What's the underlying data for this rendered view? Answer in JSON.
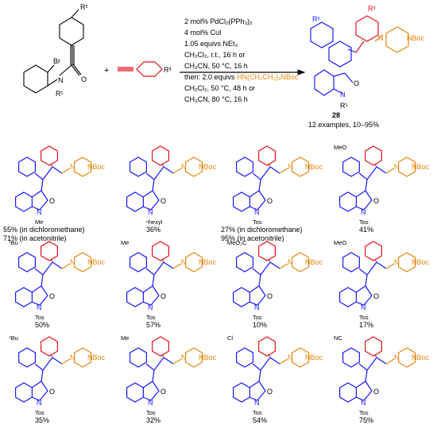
{
  "reaction": {
    "conditions": [
      "2 mol% PdCl₂(PPh₃)₂",
      "4 mol% CuI",
      "1.05 equivs NEt₃",
      "CH₂Cl₂, r.t., 16 h or",
      "CH₃CN, 50 °C, 16 h"
    ],
    "then_prefix": "then: 2.0 equivs ",
    "then_reagent": "HN(CH₂CH₂)₂NBoc",
    "then_conditions": [
      "CH₂Cl₂, 50 °C, 48 h or",
      "CH₃CN, 80 °C, 16 h"
    ],
    "plus": "+",
    "product_number": "28",
    "summary": "12 examples, 10–95%",
    "start_labels": {
      "r2": "R²",
      "br": "Br",
      "n": "N",
      "o": "O",
      "r1": "R¹"
    },
    "alkyne_r3": "R³",
    "product_labels": {
      "r3": "R³",
      "r2": "R²",
      "n": "N",
      "nboc": "NBoc",
      "o": "O",
      "r1": "R¹"
    }
  },
  "common_labels": {
    "nboc": "NBoc",
    "o": "O",
    "n": "N"
  },
  "products": [
    {
      "sub": "",
      "n_sub": "Me",
      "yield": [
        "55% (in dichloromethane)",
        "71% (in acetonitrile)"
      ]
    },
    {
      "sub": "",
      "n_sub": "ⁿhexyl",
      "yield": [
        "36%"
      ]
    },
    {
      "sub": "",
      "n_sub": "Tos",
      "yield": [
        "27% (in dichloromethane)",
        "95% (in acetonitrile)"
      ]
    },
    {
      "sub": "MeO",
      "n_sub": "Tos",
      "yield": [
        "41%"
      ]
    },
    {
      "sub": "ᵗBu",
      "n_sub": "Tos",
      "yield": [
        "50%"
      ]
    },
    {
      "sub": "Me",
      "n_sub": "Tos",
      "yield": [
        "57%"
      ]
    },
    {
      "sub": "MeO₂C",
      "n_sub": "Tos",
      "yield": [
        "10%"
      ]
    },
    {
      "sub": "MeO",
      "n_sub": "Tos",
      "yield": [
        "17%"
      ]
    },
    {
      "sub": "ᵗBu",
      "n_sub": "Tos",
      "yield": [
        "35%"
      ]
    },
    {
      "sub": "Me",
      "n_sub": "Tos",
      "yield": [
        "32%"
      ]
    },
    {
      "sub": "Cl",
      "n_sub": "Tos",
      "yield": [
        "54%"
      ]
    },
    {
      "sub": "NC",
      "n_sub": "Tos",
      "yield": [
        "75%"
      ]
    }
  ]
}
